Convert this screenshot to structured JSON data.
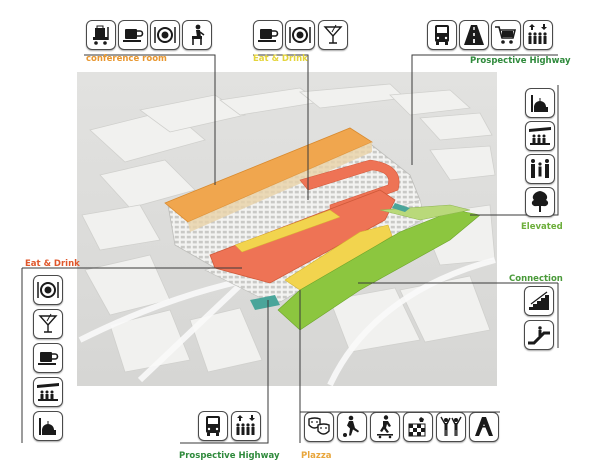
{
  "groups": {
    "conference_room": {
      "label": "conference room",
      "color": "#e8962e",
      "icons": [
        "luggage-cart-icon",
        "coffee-cup-icon",
        "dining-plate-icon",
        "seated-person-icon"
      ]
    },
    "eat_drink_top": {
      "label": "Eat & Drink",
      "color": "#e4d43a",
      "icons": [
        "coffee-cup-icon",
        "dining-plate-icon",
        "cocktail-glass-icon"
      ]
    },
    "prospective_highway_top": {
      "label": "Prospective Highway",
      "color": "#2f8a3c",
      "icons": [
        "bus-icon",
        "highway-road-icon",
        "shopping-cart-icon",
        "pedestrian-crowd-icon"
      ]
    },
    "elevated": {
      "label": "Elevated",
      "color": "#6cae3a",
      "icons": [
        "mosque-icon",
        "grandstand-icon",
        "family-group-icon",
        "tree-icon"
      ]
    },
    "eat_drink_left": {
      "label": "Eat & Drink",
      "color": "#e0572b",
      "icons": [
        "dining-plate-icon",
        "cocktail-glass-icon",
        "coffee-cup-icon",
        "grandstand-icon",
        "mosque-icon"
      ]
    },
    "connection": {
      "label": "Connection",
      "color": "#4a9a3a",
      "icons": [
        "stairs-icon",
        "escalator-icon"
      ]
    },
    "prospective_highway_bottom": {
      "label": "Prospective Highway",
      "color": "#2f8a3c",
      "icons": [
        "bus-icon",
        "pedestrian-crowd-icon"
      ]
    },
    "plazza": {
      "label": "Plazza",
      "color": "#e8a53a",
      "icons": [
        "theater-masks-icon",
        "soccer-player-icon",
        "skateboarder-icon",
        "chess-board-icon",
        "celebrating-people-icon",
        "arch-monument-icon"
      ]
    }
  },
  "palette": {
    "orange_block": "#f0a64e",
    "red_block": "#ee7355",
    "yellow_block": "#f2d44e",
    "green_park": "#8cc63f",
    "light_green": "#b9d97a",
    "leader_line": "#3a3a3a"
  }
}
